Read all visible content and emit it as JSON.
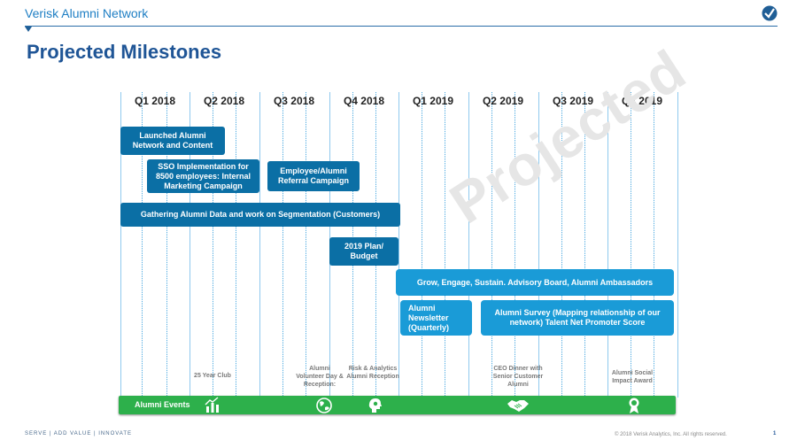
{
  "header": {
    "brand": "Verisk Alumni Network",
    "title": "Projected Milestones"
  },
  "quarters": [
    "Q1 2018",
    "Q2 2018",
    "Q3 2018",
    "Q4 2018",
    "Q1 2019",
    "Q2 2019",
    "Q3 2019",
    "Q4 2019"
  ],
  "milestones": [
    "Launched Alumni Network and Content",
    "SSO Implementation for 8500 employees: Internal Marketing Campaign",
    "Employee/Alumni Referral Campaign",
    "Gathering Alumni Data and work on Segmentation (Customers)",
    "2019 Plan/ Budget",
    "Grow, Engage, Sustain.  Advisory Board, Alumni Ambassadors",
    "Alumni Newsletter (Quarterly)",
    "Alumni Survey (Mapping relationship of our network)  Talent Net Promoter Score"
  ],
  "watermark": "Projected",
  "events": {
    "label": "Alumni Events",
    "items": [
      "25 Year Club",
      "Alumni Volunteer Day & Reception:",
      "Risk & Analytics Alumni Reception",
      "CEO Dinner with Senior Customer Alumni",
      "Alumni Social Impact Award"
    ],
    "icons": [
      "growth-icon",
      "globe-icon",
      "head-gear-icon",
      "handshake-icon",
      "award-icon"
    ]
  },
  "footer": {
    "tagline": "SERVE | ADD VALUE | INNOVATE",
    "copyright": "© 2018 Verisk Analytics, Inc. All rights reserved.",
    "page": "1"
  },
  "colors": {
    "dark_bar": "#0b6fa5",
    "light_bar": "#1a9bd7",
    "events_bar": "#2db04b",
    "title": "#1f5596"
  }
}
